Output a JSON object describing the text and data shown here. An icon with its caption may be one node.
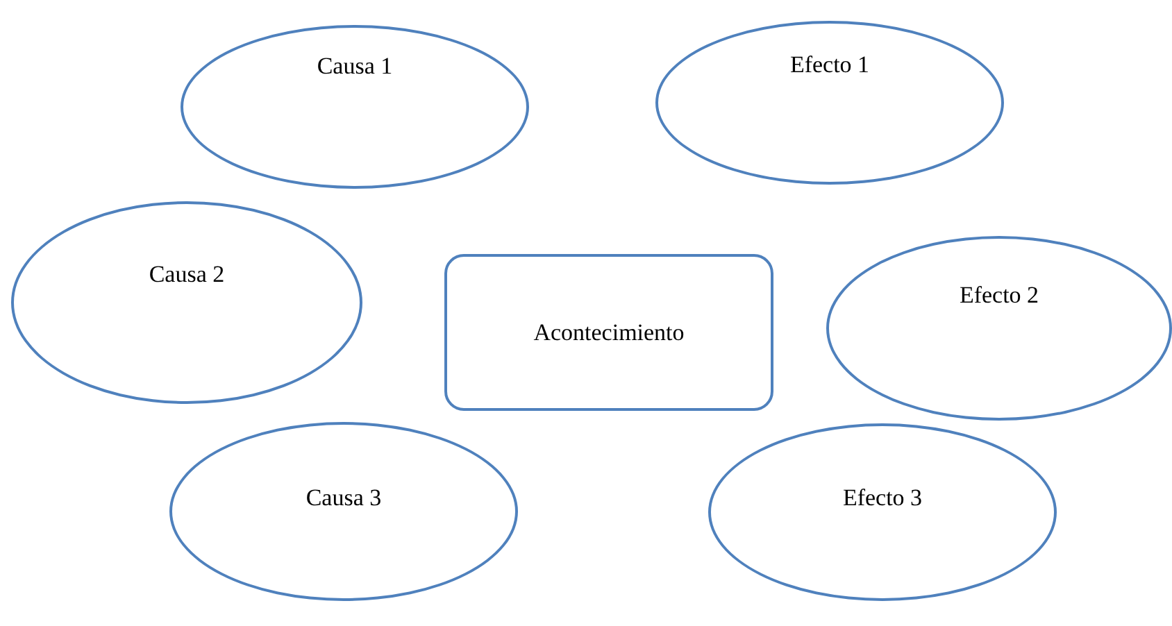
{
  "diagram": {
    "nodes": [
      {
        "text": [
          "Causa 1"
        ]
      },
      {
        "text": [
          "Efecto 1"
        ]
      },
      {
        "text": [
          "Causa 2"
        ]
      },
      {
        "text": [
          "Acontecimiento"
        ]
      },
      {
        "text": [
          "Efecto 2"
        ]
      },
      {
        "text": [
          "Causa 3"
        ]
      },
      {
        "text": [
          "Efecto 3"
        ]
      }
    ]
  }
}
